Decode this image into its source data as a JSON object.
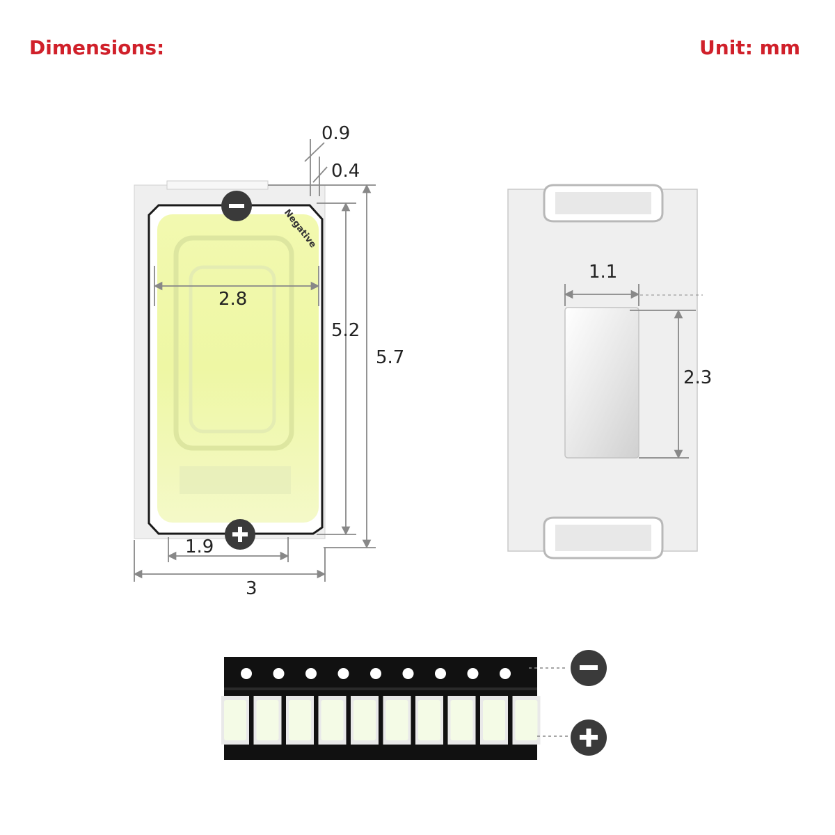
{
  "header": {
    "title": "Dimensions:",
    "unit": "Unit: mm"
  },
  "dimensions": {
    "top_offset": "0.9",
    "side_gap": "0.4",
    "lens_width": "2.8",
    "lens_height": "5.2",
    "body_height": "5.7",
    "pad_width": "1.9",
    "body_width": "3",
    "bottom_pad_width": "1.1",
    "bottom_pad_height": "2.3"
  },
  "labels": {
    "negative": "Negative"
  },
  "icons": {
    "negative": "minus-circle-icon",
    "positive": "plus-circle-icon"
  },
  "tape": {
    "led_count": 10,
    "hole_count": 9
  },
  "colors": {
    "accent": "#d0202a",
    "lens": "#eef7a4",
    "body": "#f0f0f0",
    "icon": "#3a3a3a",
    "dim_line": "#888888"
  }
}
